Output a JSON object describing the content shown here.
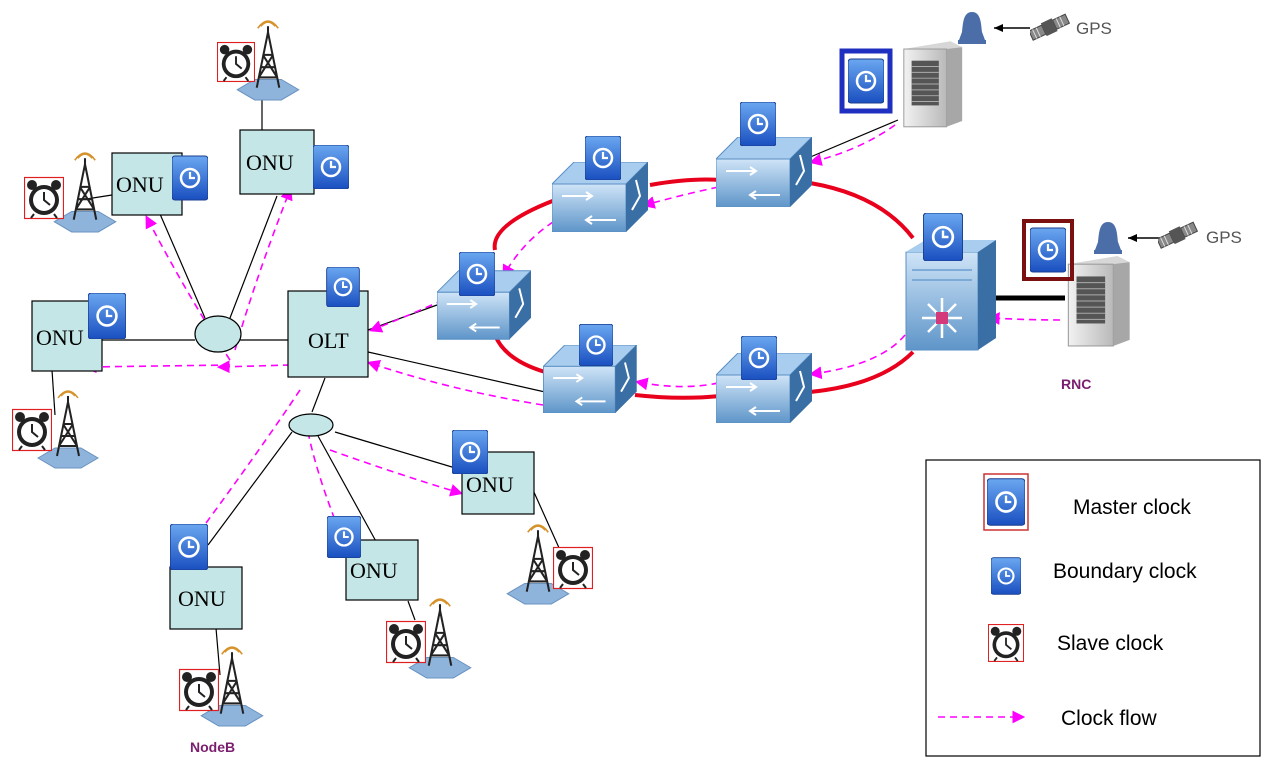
{
  "labels": {
    "olt": "OLT",
    "onu": "ONU",
    "rnc": "RNC",
    "nodeb": "NodeB",
    "gps": "GPS"
  },
  "legend": {
    "master": "Master clock",
    "boundary": "Boundary  clock",
    "slave": "Slave clock",
    "flow": "Clock flow"
  },
  "colors": {
    "ring": "#e8001c",
    "clock_flow": "#ff00ff",
    "onu_fill": "#c5e6e6",
    "clock_blue": "#2a62d6",
    "site_label": "#7a1f6f"
  }
}
